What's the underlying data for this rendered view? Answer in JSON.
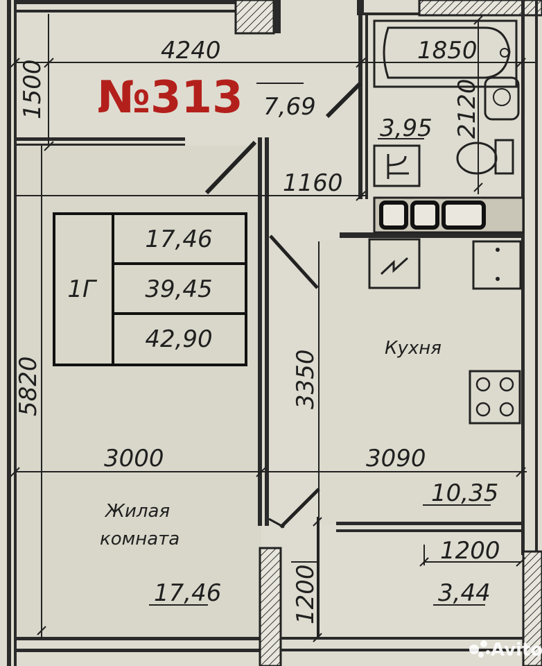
{
  "apartment_number": "№313",
  "summary": {
    "type_label": "1Г",
    "living_area": "17,46",
    "net_area": "39,45",
    "total_area": "42,90"
  },
  "dimensions": {
    "top_width": "4240",
    "top_left_depth": "1500",
    "bath_width": "1850",
    "bath_depth": "2120",
    "corridor_width": "1160",
    "room_depth": "5820",
    "room_width": "3000",
    "kitchen_depth": "3350",
    "kitchen_width": "3090",
    "balcony_width": "1200",
    "balcony_depth": "1200"
  },
  "rooms": {
    "hall_area": "7,69",
    "bath_area": "3,95",
    "kitchen_label": "Кухня",
    "kitchen_area": "10,35",
    "living_label_line1": "Жилая",
    "living_label_line2": "комната",
    "living_area": "17,46",
    "balcony_area": "3,44"
  },
  "watermark": {
    "text": "Avito"
  },
  "colors": {
    "paper": "#dedcd0",
    "ink": "#222222",
    "number_red": "#b3201c"
  }
}
